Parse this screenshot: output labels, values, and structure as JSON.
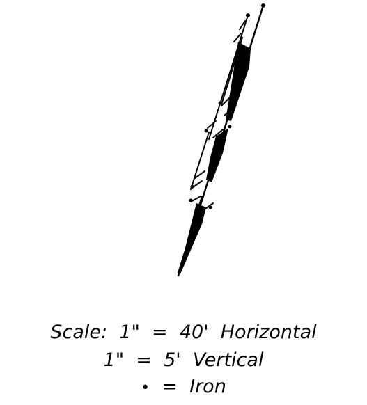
{
  "figure": {
    "caption": {
      "scale_horizontal": "Scale:  1\"  =  40'  Horizontal",
      "scale_vertical": "1\"  =  5'  Vertical",
      "legend_symbol": "•",
      "legend_text": "=  Iron"
    }
  },
  "colors": {
    "ink": "#000000",
    "background": "#ffffff"
  }
}
